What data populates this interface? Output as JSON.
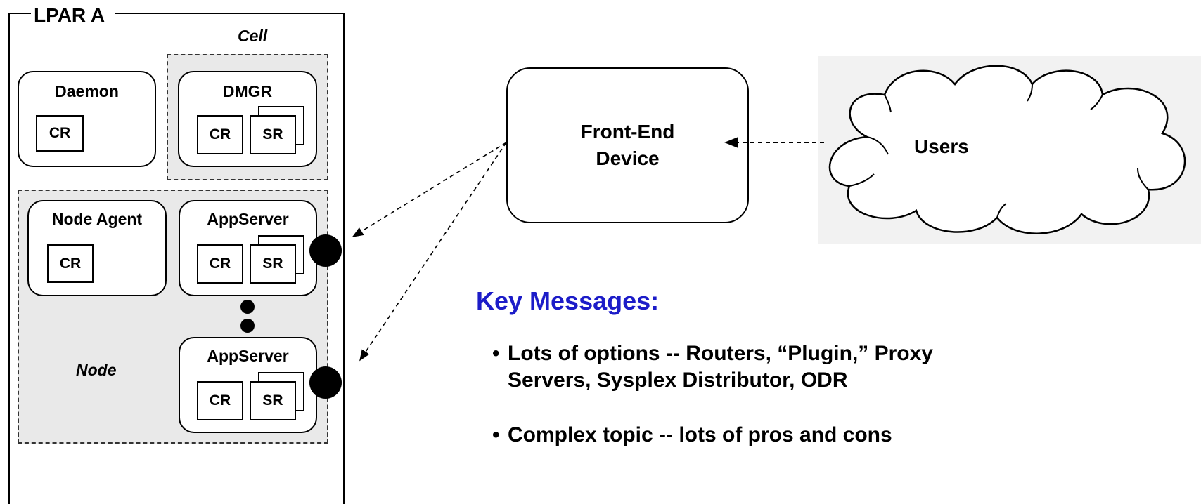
{
  "lpar": {
    "title": "LPAR A"
  },
  "cell": {
    "label": "Cell"
  },
  "node": {
    "label": "Node"
  },
  "daemon": {
    "title": "Daemon",
    "cr": "CR"
  },
  "dmgr": {
    "title": "DMGR",
    "cr": "CR",
    "sr": "SR"
  },
  "node_agent": {
    "title": "Node Agent",
    "cr": "CR"
  },
  "appserver_1": {
    "title": "AppServer",
    "cr": "CR",
    "sr": "SR"
  },
  "appserver_2": {
    "title": "AppServer",
    "cr": "CR",
    "sr": "SR"
  },
  "front_end": {
    "line1": "Front-End",
    "line2": "Device"
  },
  "users": {
    "label": "Users"
  },
  "key_messages": {
    "title": "Key Messages:",
    "bullet_mark": "•",
    "bullets": [
      {
        "line1": "Lots of options -- Routers, “Plugin,” Proxy",
        "line2": "Servers, Sysplex Distributor, ODR"
      },
      {
        "line1": "Complex topic -- lots of pros and cons"
      }
    ]
  }
}
